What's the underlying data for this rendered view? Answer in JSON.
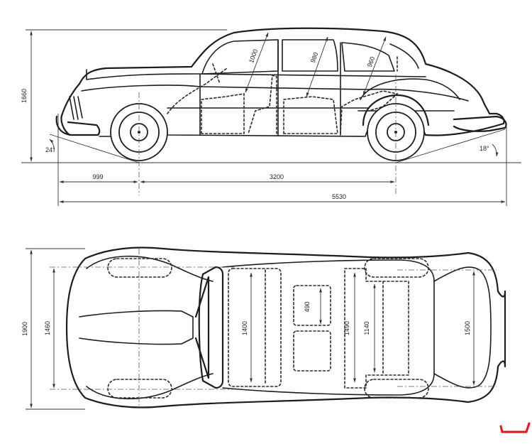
{
  "dimensions": {
    "side": {
      "height": "1660",
      "front_overhang": "999",
      "wheelbase": "3200",
      "length": "5530",
      "front_headroom": "1000",
      "middle_headroom": "980",
      "rear_headroom": "960",
      "approach_angle": "24°",
      "departure_angle": "18°"
    },
    "top": {
      "width": "1900",
      "front_track": "1460",
      "front_seat_width": "1400",
      "jump_seat": "490",
      "rear_seat_width": "1490",
      "rear_compartment": "1140",
      "rear_track": "1500"
    }
  }
}
